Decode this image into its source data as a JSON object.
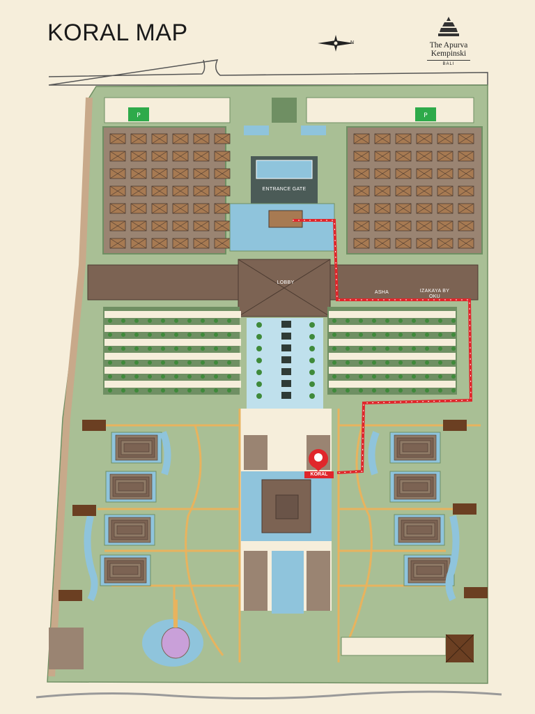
{
  "title": "KORAL MAP",
  "compass": {
    "label": "N",
    "icon": "compass-rose-icon"
  },
  "brand": {
    "line1": "The Apurva",
    "line2": "Kempinski",
    "location": "BALI",
    "logo_icon": "temple-logo-icon"
  },
  "labels": {
    "entrance_gate": "ENTRANCE GATE",
    "lobby": "LOBBY",
    "asha": "ASHA",
    "izakaya": "IZAKAYA BY OKU",
    "koral": "KORAL"
  },
  "icons": {
    "parking_left": "parking-sign-icon",
    "parking_right": "parking-sign-icon",
    "destination_pin": "location-pin-icon"
  },
  "colors": {
    "background": "#f6eedb",
    "grass": "#a9bf95",
    "dark_green": "#6f8f63",
    "building": "#7c6353",
    "roof": "#a77a52",
    "water": "#8fc4dc",
    "path": "#e8b35e",
    "route": "#e0262b",
    "sand": "#c8a98a"
  }
}
